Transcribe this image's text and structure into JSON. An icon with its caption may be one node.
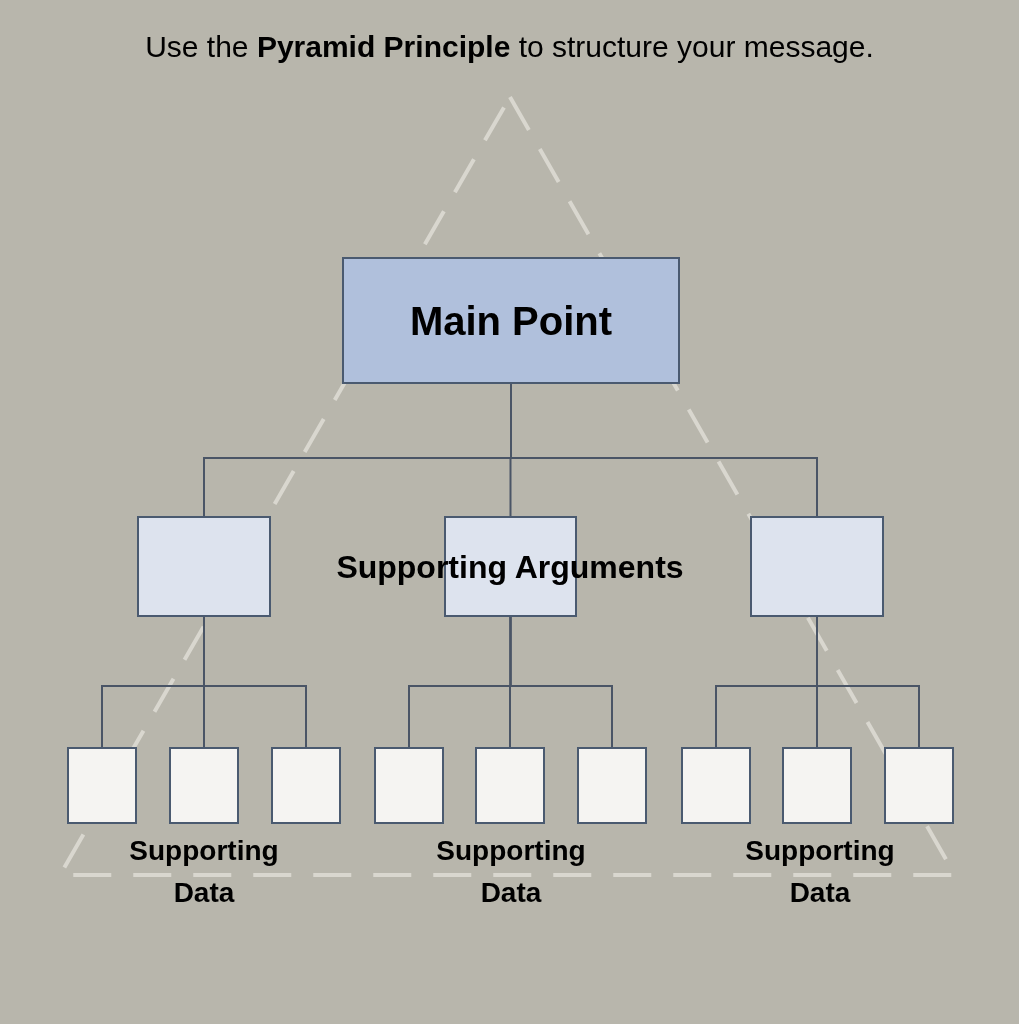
{
  "diagram": {
    "title": "Use the **Pyramid Principle** to structure your message.",
    "nodes": [
      {
        "text": [
          "Main Point"
        ]
      },
      {
        "text": [],
        "shape": "box"
      },
      {
        "text": [],
        "shape": "box"
      },
      {
        "text": [],
        "shape": "box"
      },
      {
        "text": [],
        "shape": "box"
      },
      {
        "text": [],
        "shape": "box"
      },
      {
        "text": [],
        "shape": "box"
      },
      {
        "text": [],
        "shape": "box"
      },
      {
        "text": [],
        "shape": "box"
      },
      {
        "text": [],
        "shape": "box"
      },
      {
        "text": [],
        "shape": "box"
      },
      {
        "text": [],
        "shape": "box"
      },
      {
        "text": [],
        "shape": "box"
      }
    ],
    "edges": [
      {
        "from": 0,
        "to": 1,
        "arrow": "none"
      },
      {
        "from": 0,
        "to": 2,
        "arrow": "none"
      },
      {
        "from": 0,
        "to": 3,
        "arrow": "none"
      },
      {
        "from": 1,
        "to": 4,
        "arrow": "none"
      },
      {
        "from": 1,
        "to": 5,
        "arrow": "none"
      },
      {
        "from": 1,
        "to": 6,
        "arrow": "none"
      },
      {
        "from": 2,
        "to": 7,
        "arrow": "none"
      },
      {
        "from": 2,
        "to": 8,
        "arrow": "none"
      },
      {
        "from": 2,
        "to": 9,
        "arrow": "none"
      },
      {
        "from": 3,
        "to": 10,
        "arrow": "none"
      },
      {
        "from": 3,
        "to": 11,
        "arrow": "none"
      },
      {
        "from": 3,
        "to": 12,
        "arrow": "none"
      }
    ],
    "labels": [
      "Supporting Arguments",
      "Supporting Data",
      "Supporting Data",
      "Supporting Data"
    ]
  }
}
